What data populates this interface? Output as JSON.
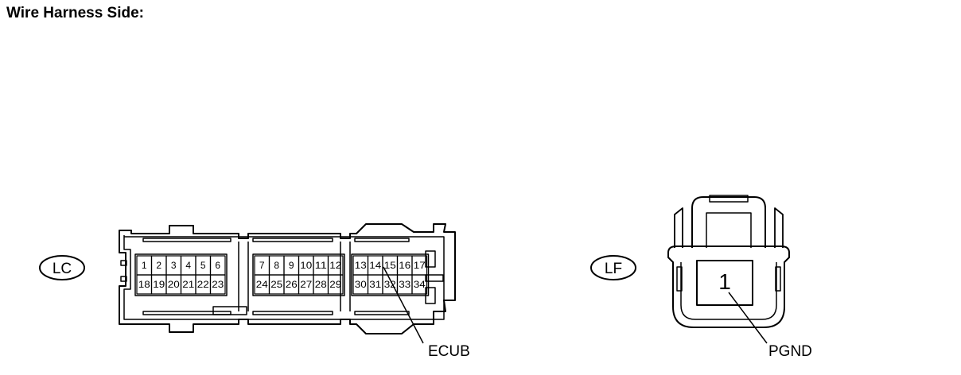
{
  "header": {
    "title": "Wire Harness Side:"
  },
  "connectors": {
    "lc": {
      "badge": "LC",
      "group1_top": [
        "1",
        "2",
        "3",
        "4",
        "5",
        "6"
      ],
      "group1_bottom": [
        "18",
        "19",
        "20",
        "21",
        "22",
        "23"
      ],
      "group2_top": [
        "7",
        "8",
        "9",
        "10",
        "11",
        "12"
      ],
      "group2_bottom": [
        "24",
        "25",
        "26",
        "27",
        "28",
        "29"
      ],
      "group3_top": [
        "13",
        "14",
        "15",
        "16",
        "17"
      ],
      "group3_bottom": [
        "30",
        "31",
        "32",
        "33",
        "34"
      ],
      "callout": "ECUB"
    },
    "lf": {
      "badge": "LF",
      "pin": "1",
      "callout": "PGND"
    }
  }
}
